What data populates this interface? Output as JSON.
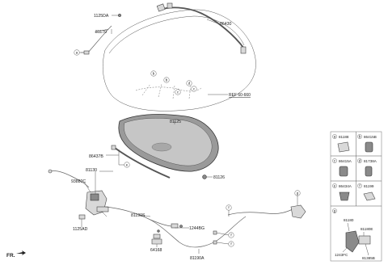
{
  "labels": {
    "l_1125da": "1125DA",
    "l_81170": "81170",
    "l_86430": "86430",
    "l_ref": "REF 60-660",
    "l_81125": "81125",
    "l_86437b": "86437B",
    "l_81130": "81130",
    "l_93880c": "93880C",
    "l_81126": "81126",
    "l_81190s": "81190S",
    "l_1244bg": "1244BG",
    "l_1125ad": "1125AD",
    "l_64168": "64168",
    "l_81190a": "81190A",
    "l_fr": "FR."
  },
  "callouts": {
    "a": "a",
    "b": "b",
    "c": "c",
    "d": "d",
    "e": "e",
    "f": "f",
    "g": "g"
  },
  "legend": {
    "a_letter": "a",
    "a_part": "81188",
    "b_letter": "b",
    "b_part": "86415B",
    "c_letter": "c",
    "c_part": "86415A",
    "d_letter": "d",
    "d_part": "81738A",
    "e_letter": "e",
    "e_part": "86434A",
    "f_letter": "f",
    "f_part": "81199",
    "g_letter": "g",
    "g_81180": "81180",
    "g_81180e": "81180E",
    "g_1243fc": "1243FC",
    "g_81385b": "81385B"
  },
  "colors": {
    "seal": "#7a7a7a",
    "line": "#555555"
  }
}
